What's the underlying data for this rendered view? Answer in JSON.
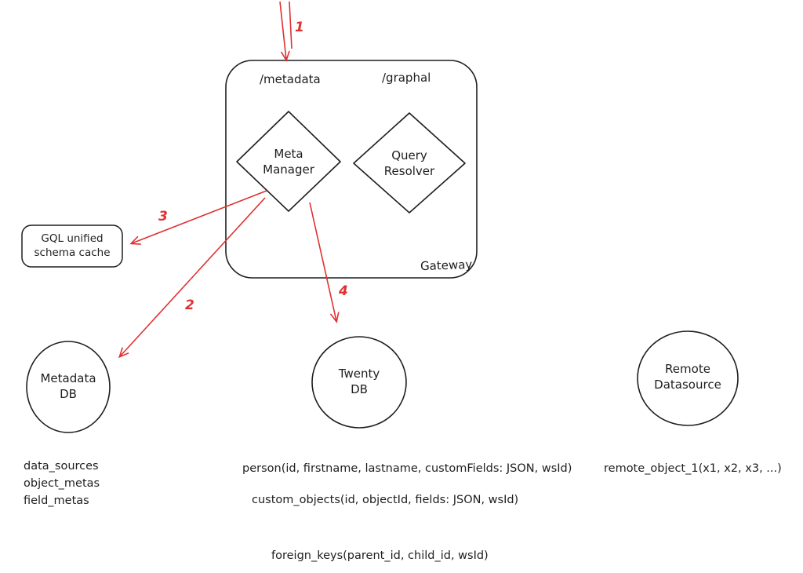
{
  "diagram": {
    "colors": {
      "stroke": "#1e1e1e",
      "arrow": "#e03131",
      "background": "#ffffff"
    },
    "gateway": {
      "label": "Gateway",
      "route_metadata": "/metadata",
      "route_graphql": "/graphal"
    },
    "nodes": {
      "meta_manager": {
        "lines": [
          "Meta",
          "Manager"
        ]
      },
      "query_resolver": {
        "lines": [
          "Query",
          "Resolver"
        ]
      },
      "schema_cache": {
        "lines": [
          "GQL unified",
          "schema cache"
        ]
      },
      "metadata_db": {
        "lines": [
          "Metadata",
          "DB"
        ]
      },
      "twenty_db": {
        "lines": [
          "Twenty",
          "DB"
        ]
      },
      "remote_datasource": {
        "lines": [
          "Remote",
          "Datasource"
        ]
      }
    },
    "arrows": {
      "a1": "1",
      "a2": "2",
      "a3": "3",
      "a4": "4"
    },
    "tables": {
      "metadata_db_tables": [
        "data_sources",
        "object_metas",
        "field_metas"
      ],
      "person": "person(id, firstname, lastname, customFields: JSON, wsId)",
      "custom_objects": "custom_objects(id, objectId, fields: JSON, wsId)",
      "remote_object": "remote_object_1(x1, x2, x3, ...)",
      "foreign_keys": "foreign_keys(parent_id, child_id, wsId)"
    }
  }
}
